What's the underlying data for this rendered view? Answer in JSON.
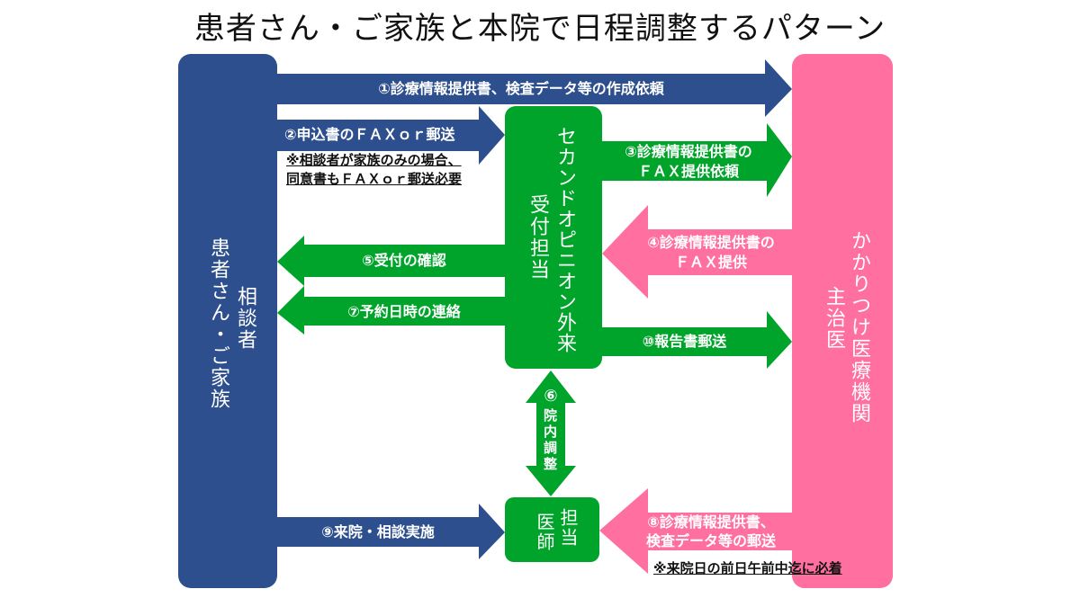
{
  "title": "患者さん・ご家族と本院で日程調整するパターン",
  "colors": {
    "navy": "#2e4f8e",
    "green": "#00a42a",
    "pink": "#ff6f9f",
    "text": "#111111"
  },
  "nodes": {
    "patient": {
      "line1": "相談者",
      "line2": "患者さん・ご家族"
    },
    "clinic": {
      "line1": "かかりつけ医療機関",
      "line2": "主治医"
    },
    "opinion": {
      "line1": "セカンドオピニオン外来",
      "line2": "受付担当"
    },
    "doctor": {
      "line1": "担当",
      "line2": "医師"
    }
  },
  "arrows": {
    "a1": "①診療情報提供書、検査データ等の作成依頼",
    "a2": "②申込書のＦＡＸｏｒ郵送",
    "a3_l1": "③診療情報提供書の",
    "a3_l2": "ＦＡＸ提供依頼",
    "a4_l1": "④診療情報提供書の",
    "a4_l2": "ＦＡＸ提供",
    "a5": "⑤受付の確認",
    "a6_num": "⑥",
    "a6_text": "院内調整",
    "a7": "⑦予約日時の連絡",
    "a8_l1": "⑧診療情報提供書、",
    "a8_l2": "検査データ等の郵送",
    "a9": "⑨来院・相談実施",
    "a10": "⑩報告書郵送"
  },
  "notes": {
    "family_l1": "※相談者が家族のみの場合、",
    "family_l2": "同意書もＦＡＸｏｒ郵送必要",
    "deadline": "※来院日の前日午前中迄に必着"
  }
}
